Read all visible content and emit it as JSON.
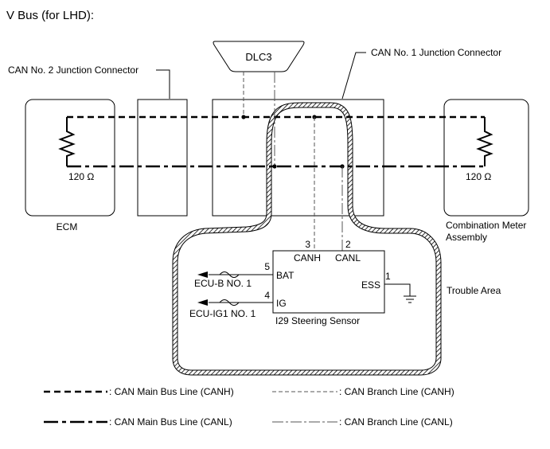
{
  "title": "V Bus (for LHD):",
  "labels": {
    "dlc3": "DLC3",
    "can2_junction": "CAN No. 2 Junction Connector",
    "can1_junction": "CAN No. 1 Junction Connector",
    "ecm": "ECM",
    "ecm_resistor": "120 Ω",
    "meter_resistor": "120 Ω",
    "meter_line1": "Combination Meter",
    "meter_line2": "Assembly",
    "trouble_area": "Trouble Area"
  },
  "steering_sensor": {
    "name": "I29  Steering Sensor",
    "pins": {
      "canh": {
        "num": "3",
        "label": "CANH"
      },
      "canl": {
        "num": "2",
        "label": "CANL"
      },
      "bat": {
        "num": "5",
        "label": "BAT"
      },
      "ig": {
        "num": "4",
        "label": "IG"
      },
      "ess": {
        "num": "1",
        "label": "ESS"
      }
    },
    "fuses": {
      "bat": "ECU-B NO. 1",
      "ig": "ECU-IG1 NO. 1"
    }
  },
  "legend": {
    "main_canh": ": CAN Main Bus Line (CANH)",
    "branch_canh": ": CAN Branch Line (CANH)",
    "main_canl": ": CAN Main Bus Line (CANL)",
    "branch_canl": ": CAN Branch Line (CANL)"
  }
}
